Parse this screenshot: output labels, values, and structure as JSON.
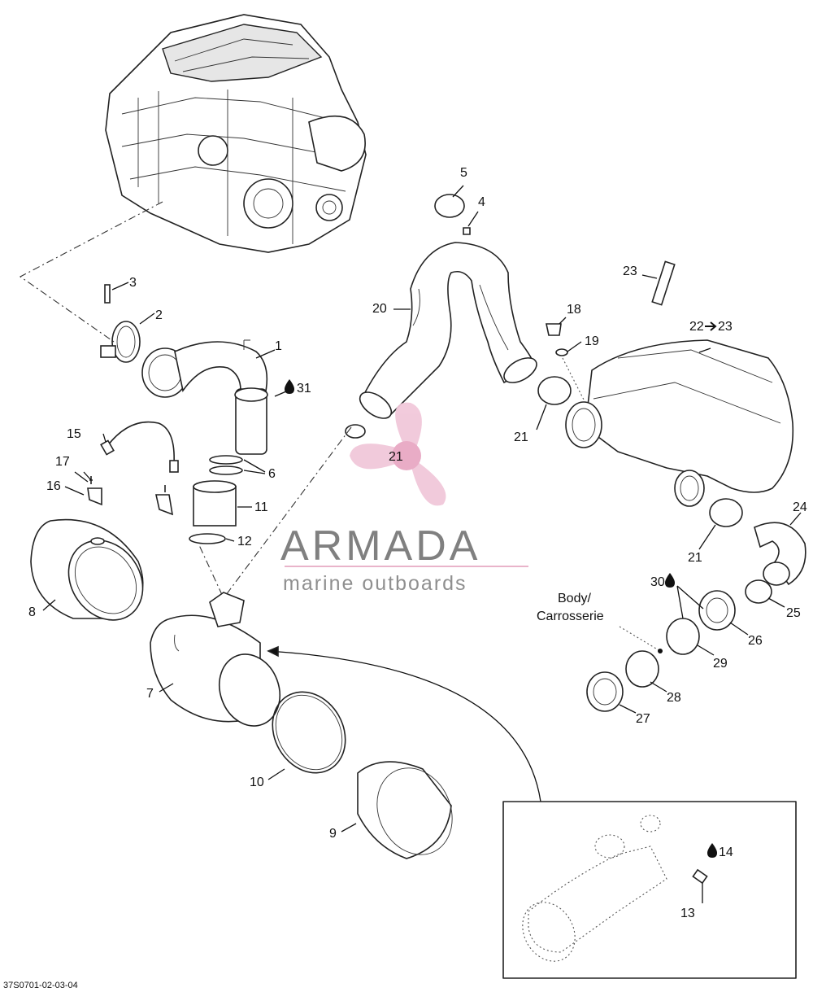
{
  "watermark": {
    "brand": "ARMADA",
    "tagline": "marine outboards",
    "accent_color": "#e8b0c8",
    "text_color": "#7a7a7a"
  },
  "diagram_code": "37S0701-02-03-04",
  "annotation_text": {
    "body_line1": "Body/",
    "body_line2": "Carrosserie"
  },
  "callouts": {
    "c1": "1",
    "c2": "2",
    "c3": "3",
    "c4": "4",
    "c5": "5",
    "c6": "6",
    "c7": "7",
    "c8": "8",
    "c9": "9",
    "c10": "10",
    "c11": "11",
    "c12": "12",
    "c13": "13",
    "c14": "14",
    "c15": "15",
    "c16": "16",
    "c17": "17",
    "c18": "18",
    "c19": "19",
    "c20": "20",
    "c21a": "21",
    "c21b": "21",
    "c21c": "21",
    "c21d": "21",
    "c22": "22",
    "c23_arrow": "23",
    "c23": "23",
    "c24": "24",
    "c25": "25",
    "c26": "26",
    "c27": "27",
    "c28": "28",
    "c29": "29",
    "c30": "30",
    "c31": "31"
  },
  "icons": {
    "lubricant": "oil-drop-icon",
    "reference_arrow": "arrow-right-icon"
  }
}
